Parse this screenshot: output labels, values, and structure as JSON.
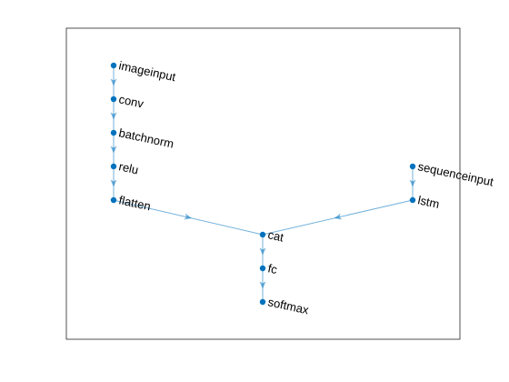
{
  "colors": {
    "node": "#0072BD",
    "edge": "#0072BD",
    "frame": "#262626",
    "background": "#ffffff"
  },
  "graph": {
    "nodes": [
      {
        "id": "imageinput",
        "label": "imageinput"
      },
      {
        "id": "conv",
        "label": "conv"
      },
      {
        "id": "batchnorm",
        "label": "batchnorm"
      },
      {
        "id": "relu",
        "label": "relu"
      },
      {
        "id": "flatten",
        "label": "flatten"
      },
      {
        "id": "sequenceinput",
        "label": "sequenceinput"
      },
      {
        "id": "lstm",
        "label": "lstm"
      },
      {
        "id": "cat",
        "label": "cat"
      },
      {
        "id": "fc",
        "label": "fc"
      },
      {
        "id": "softmax",
        "label": "softmax"
      }
    ],
    "edges": [
      {
        "from": "imageinput",
        "to": "conv"
      },
      {
        "from": "conv",
        "to": "batchnorm"
      },
      {
        "from": "batchnorm",
        "to": "relu"
      },
      {
        "from": "relu",
        "to": "flatten"
      },
      {
        "from": "flatten",
        "to": "cat"
      },
      {
        "from": "sequenceinput",
        "to": "lstm"
      },
      {
        "from": "lstm",
        "to": "cat"
      },
      {
        "from": "cat",
        "to": "fc"
      },
      {
        "from": "fc",
        "to": "softmax"
      }
    ]
  }
}
